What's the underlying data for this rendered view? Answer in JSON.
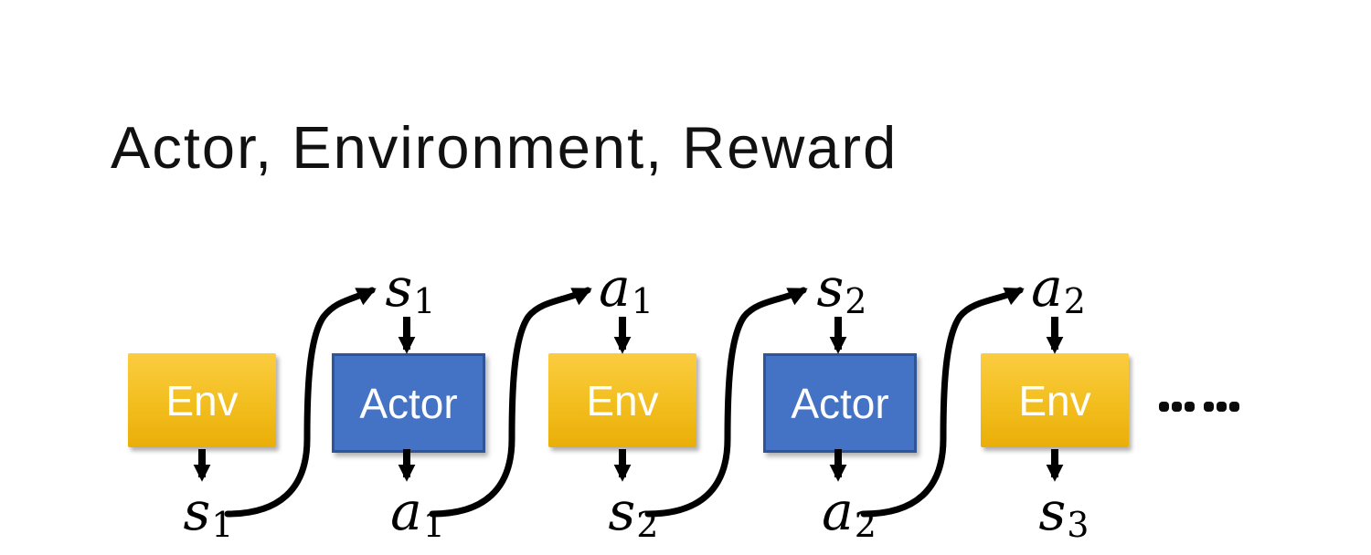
{
  "title": "Actor, Environment, Reward",
  "colors": {
    "bg": "#FFFFFF",
    "env-top": "#FBCC40",
    "env-bottom": "#EAAE08",
    "actor-fill": "#4472C4",
    "actor-border": "#2F5597",
    "box-text": "#FFFFFF",
    "ink": "#000000"
  },
  "diagram": {
    "ellipsis": "……",
    "columns": [
      {
        "kind": "env",
        "box_label": "Env",
        "bottom_label": {
          "base": "s",
          "sub": "1"
        }
      },
      {
        "kind": "actor",
        "box_label": "Actor",
        "top_label": {
          "base": "s",
          "sub": "1"
        },
        "bottom_label": {
          "base": "a",
          "sub": "1"
        }
      },
      {
        "kind": "env",
        "box_label": "Env",
        "top_label": {
          "base": "a",
          "sub": "1"
        },
        "bottom_label": {
          "base": "s",
          "sub": "2"
        }
      },
      {
        "kind": "actor",
        "box_label": "Actor",
        "top_label": {
          "base": "s",
          "sub": "2"
        },
        "bottom_label": {
          "base": "a",
          "sub": "2"
        }
      },
      {
        "kind": "env",
        "box_label": "Env",
        "top_label": {
          "base": "a",
          "sub": "2"
        },
        "bottom_label": {
          "base": "s",
          "sub": "3"
        }
      }
    ]
  }
}
